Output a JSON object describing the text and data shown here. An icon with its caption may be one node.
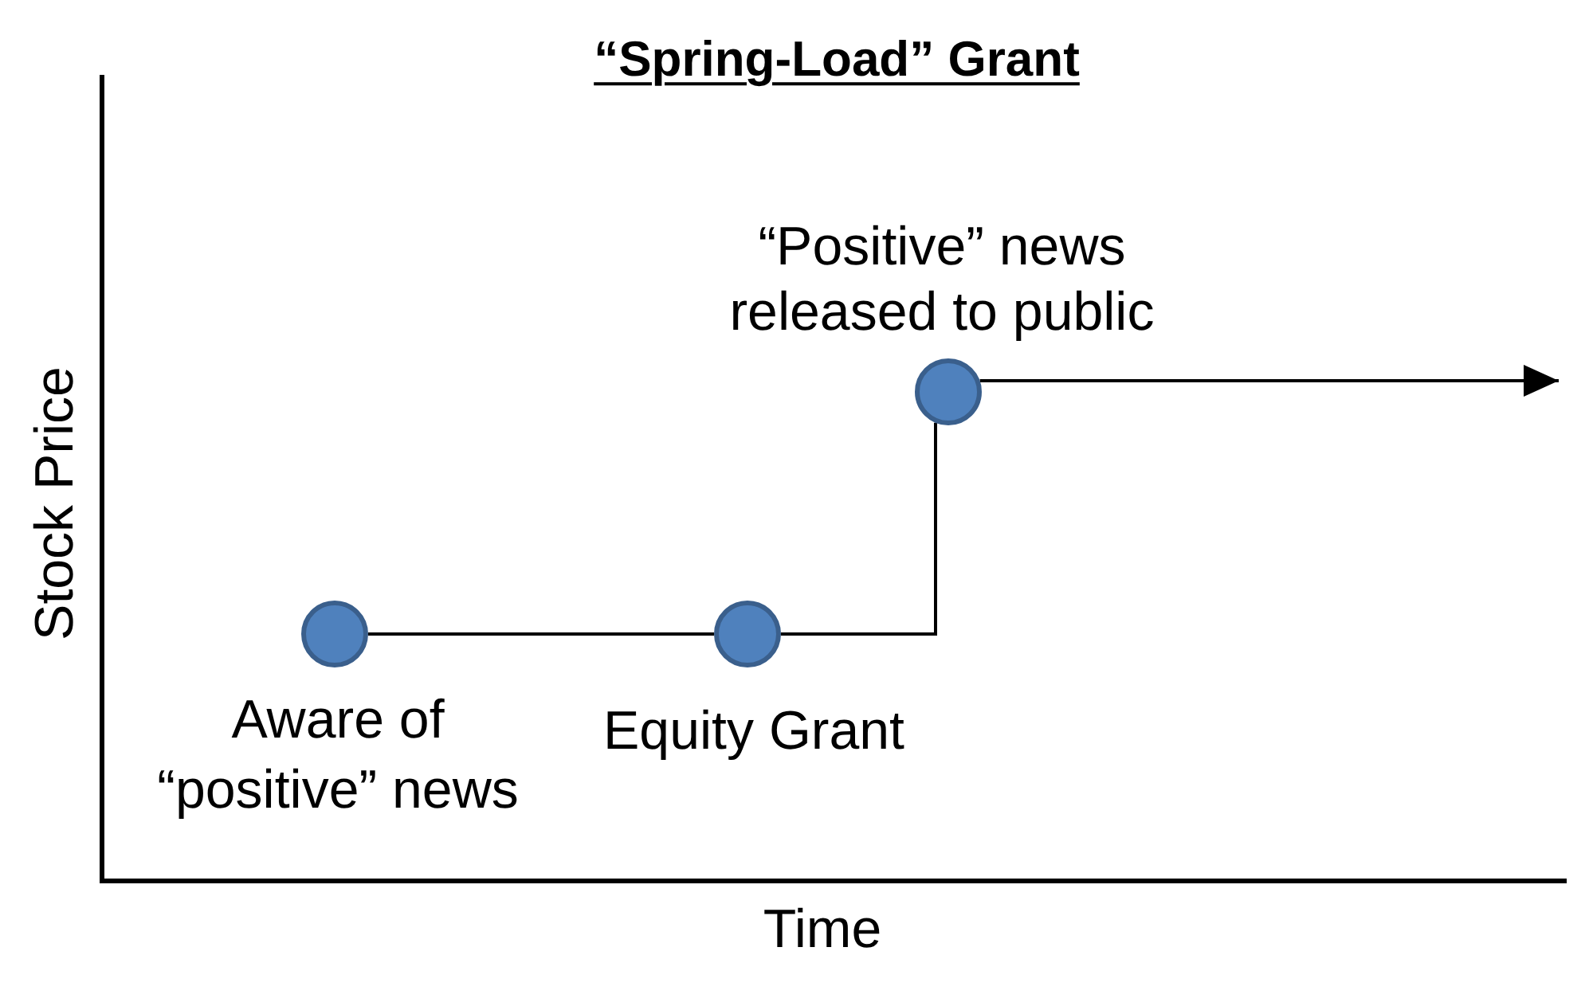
{
  "diagram": {
    "title": "“Spring-Load” Grant",
    "nodes": [
      {
        "text": [],
        "shape": "circle",
        "beside": [
          "Aware of “positive” news"
        ]
      },
      {
        "text": [],
        "shape": "circle",
        "beside": [
          "Equity Grant"
        ]
      },
      {
        "text": [],
        "shape": "circle",
        "beside": [
          "“Positive” news released to public"
        ]
      }
    ],
    "edges": [
      {
        "from": 0,
        "to": 1,
        "arrow": "none"
      },
      {
        "from": 1,
        "to": 2,
        "arrow": "none"
      },
      {
        "from": 2,
        "to": null,
        "arrow": "to"
      }
    ],
    "labels": [
      "Stock Price",
      "Time"
    ]
  }
}
